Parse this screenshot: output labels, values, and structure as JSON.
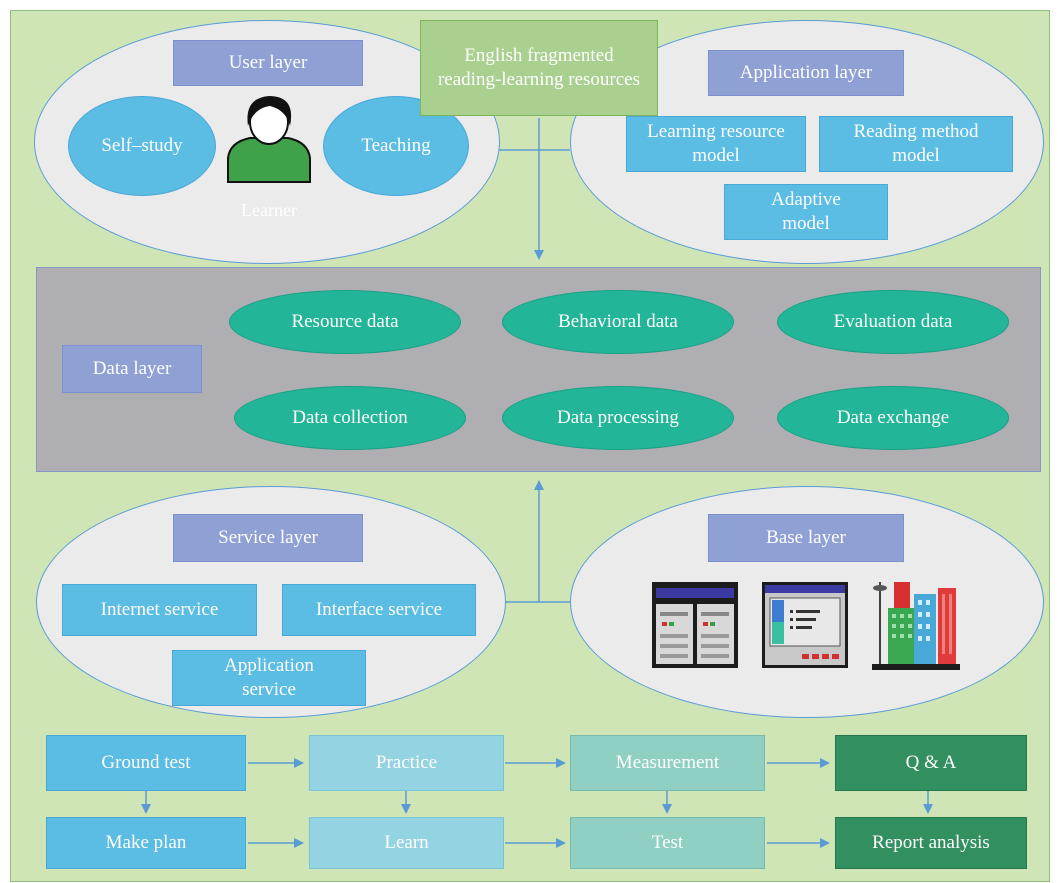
{
  "top_title": "English fragmented reading-learning resources",
  "user_layer": {
    "title": "User layer",
    "self_study": "Self–study",
    "teaching": "Teaching",
    "learner": "Learner"
  },
  "application_layer": {
    "title": "Application layer",
    "learning_resource_model": "Learning resource model",
    "reading_method_model": "Reading method model",
    "adaptive_model": "Adaptive model"
  },
  "data_layer": {
    "title": "Data layer",
    "resource_data": "Resource data",
    "behavioral_data": "Behavioral data",
    "evaluation_data": "Evaluation data",
    "data_collection": "Data collection",
    "data_processing": "Data processing",
    "data_exchange": "Data exchange"
  },
  "service_layer": {
    "title": "Service layer",
    "internet_service": "Internet service",
    "interface_service": "Interface service",
    "application_service": "Application service"
  },
  "base_layer": {
    "title": "Base layer"
  },
  "flow": {
    "ground_test": "Ground test",
    "practice": "Practice",
    "measurement": "Measurement",
    "qa": "Q & A",
    "make_plan": "Make plan",
    "learn": "Learn",
    "test": "Test",
    "report_analysis": "Report analysis"
  },
  "colors": {
    "background": "#cfe5b5",
    "data_layer_panel": "#aeaeb3",
    "arrow": "#5b9bd5",
    "lavender": "#8fa0d4",
    "sky": "#5bbce4",
    "teal": "#22b597",
    "dark_green": "#328f60"
  }
}
